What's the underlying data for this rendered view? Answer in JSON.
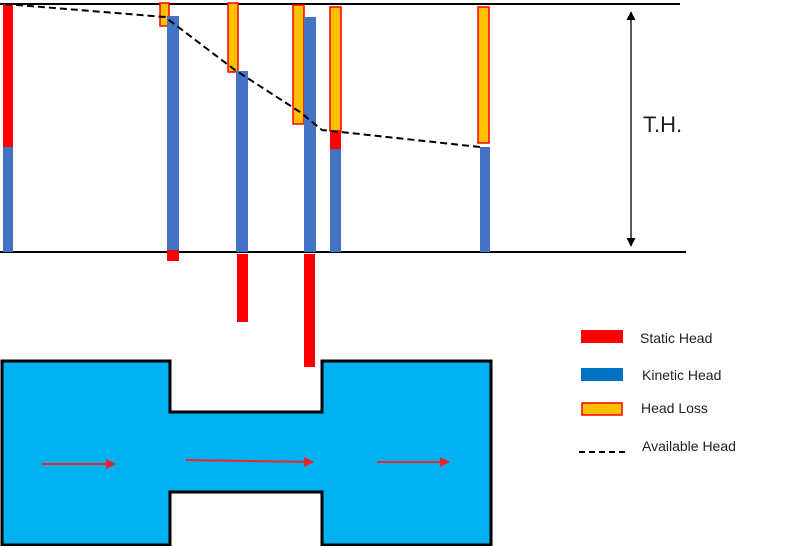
{
  "colors": {
    "static": "#ff0000",
    "kinetic": "#4472c4",
    "loss_fill": "#ffc000",
    "loss_stroke": "#ff0000",
    "pipe": "#00b0f0",
    "pipe_outline": "#000000",
    "flow_arrow": "#e8262a",
    "available_head_line": "#000000",
    "guide_lines": "#000000"
  },
  "diagram": {
    "total_head_label": "T.H.",
    "available_head_style": "dashed"
  },
  "legend": {
    "items": [
      {
        "key": "static",
        "label": "Static Head",
        "swatch": "solid-red"
      },
      {
        "key": "kinetic",
        "label": "Kinetic Head",
        "swatch": "solid-blue"
      },
      {
        "key": "loss",
        "label": "Head Loss",
        "swatch": "orange-red-outline"
      },
      {
        "key": "available",
        "label": "Available Head",
        "swatch": "dashed-line"
      }
    ]
  },
  "pipe": {
    "sections": [
      "wide-inlet",
      "narrow-throat",
      "wide-outlet"
    ],
    "flow_arrows": 3,
    "flow_direction": "left-to-right"
  }
}
